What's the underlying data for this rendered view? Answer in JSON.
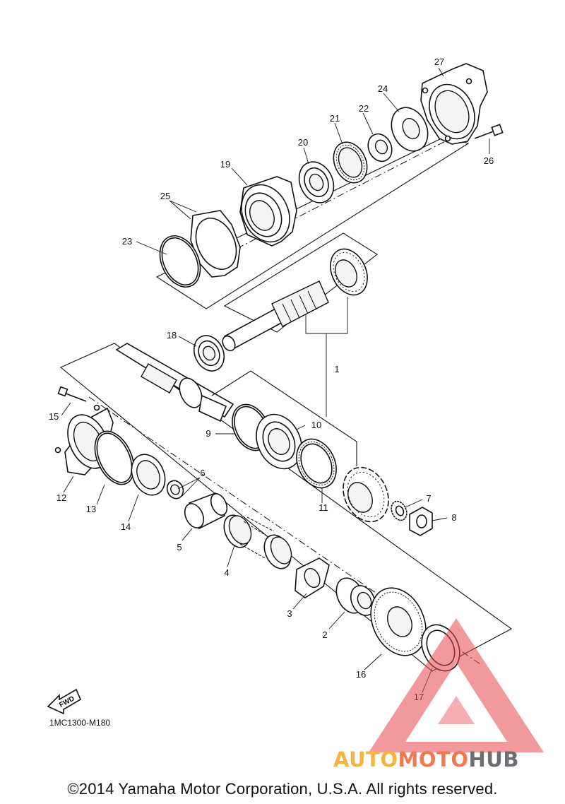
{
  "diagram": {
    "labels": [
      "1",
      "2",
      "3",
      "4",
      "5",
      "6",
      "7",
      "8",
      "9",
      "10",
      "11",
      "12",
      "13",
      "14",
      "15",
      "16",
      "17",
      "18",
      "19",
      "20",
      "21",
      "22",
      "23",
      "24",
      "25",
      "26",
      "27"
    ],
    "fwd_label": "FWD",
    "code": "1MC1300-M180",
    "copyright": "©2014 Yamaha Motor Corporation, U.S.A. All rights reserved."
  },
  "watermark": {
    "part1": "AUTO",
    "part2": "MOTO",
    "part3": "HUB",
    "colors": {
      "auto": "#f5b33f",
      "moto": "#ef7a52",
      "hub": "#6d6e71",
      "triangle": "#e8474e"
    }
  }
}
